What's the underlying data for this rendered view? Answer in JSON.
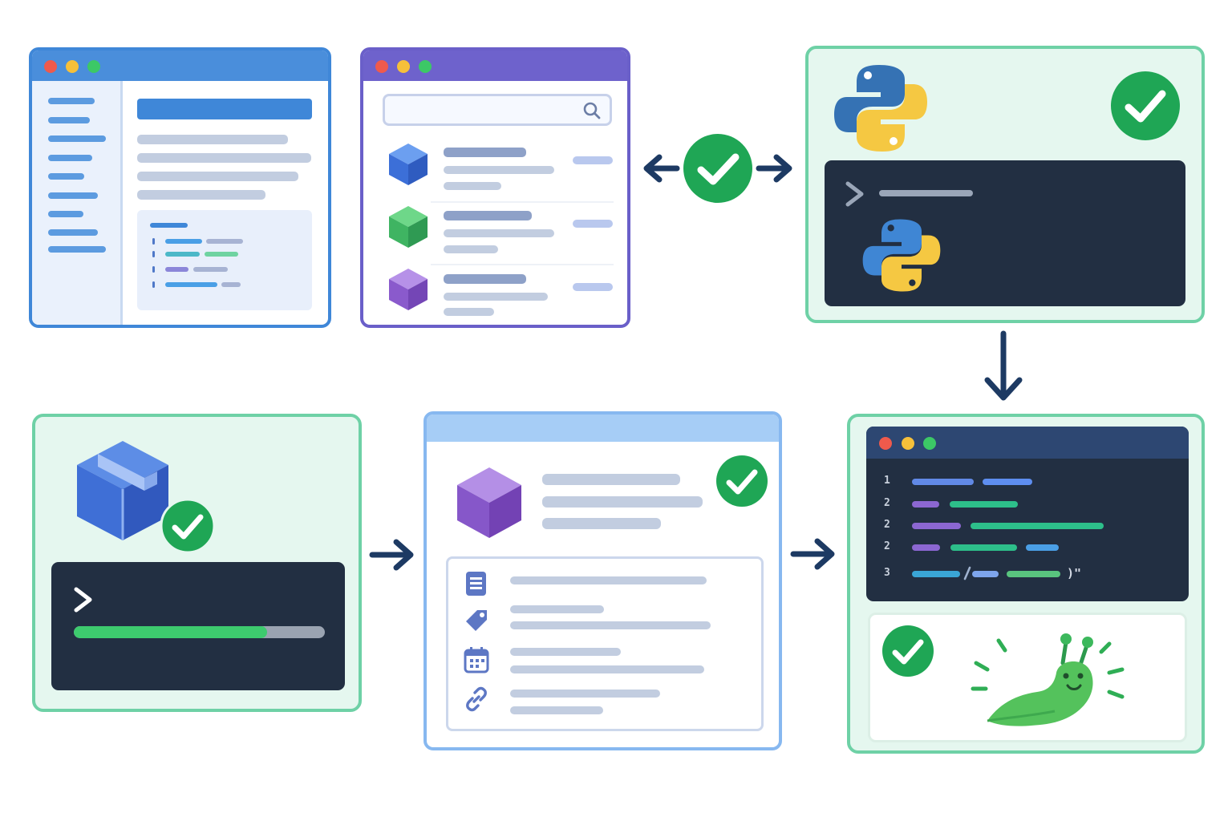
{
  "colors": {
    "blue_accent": "#3f87d8",
    "purple_accent": "#6a5fc9",
    "green_success": "#1fa655",
    "green_border": "#6ed1a6",
    "mint_background": "#e5f7ef",
    "terminal_dark": "#222f42",
    "navy_arrow": "#1d3a63",
    "placeholder_gray": "#c2cde0",
    "python_blue": "#3572b4",
    "python_yellow": "#f5c842",
    "slug_green": "#54c25c"
  },
  "icons": {
    "window_controls": [
      "close-dot-red",
      "minimize-dot-yellow",
      "maximize-dot-green"
    ],
    "package_cubes": [
      "blue-cube-icon",
      "green-cube-icon",
      "purple-cube-icon"
    ],
    "meta_rows": [
      "document-icon",
      "tag-icon",
      "calendar-icon",
      "link-icon"
    ],
    "logos": [
      "python-logo"
    ],
    "mascot": "slug-mascot"
  },
  "flow": {
    "sequence": [
      "docs-window",
      "package-search-window",
      "python-check-panel",
      "editor-window",
      "package-detail-window",
      "install-panel"
    ],
    "arrows": [
      "bidirectional-arrow",
      "down-arrow",
      "right-arrow",
      "right-arrow"
    ]
  },
  "code_editor": {
    "line_numbers": [
      "1",
      "2",
      "2",
      "2",
      "3"
    ],
    "closing_token": ")\""
  }
}
